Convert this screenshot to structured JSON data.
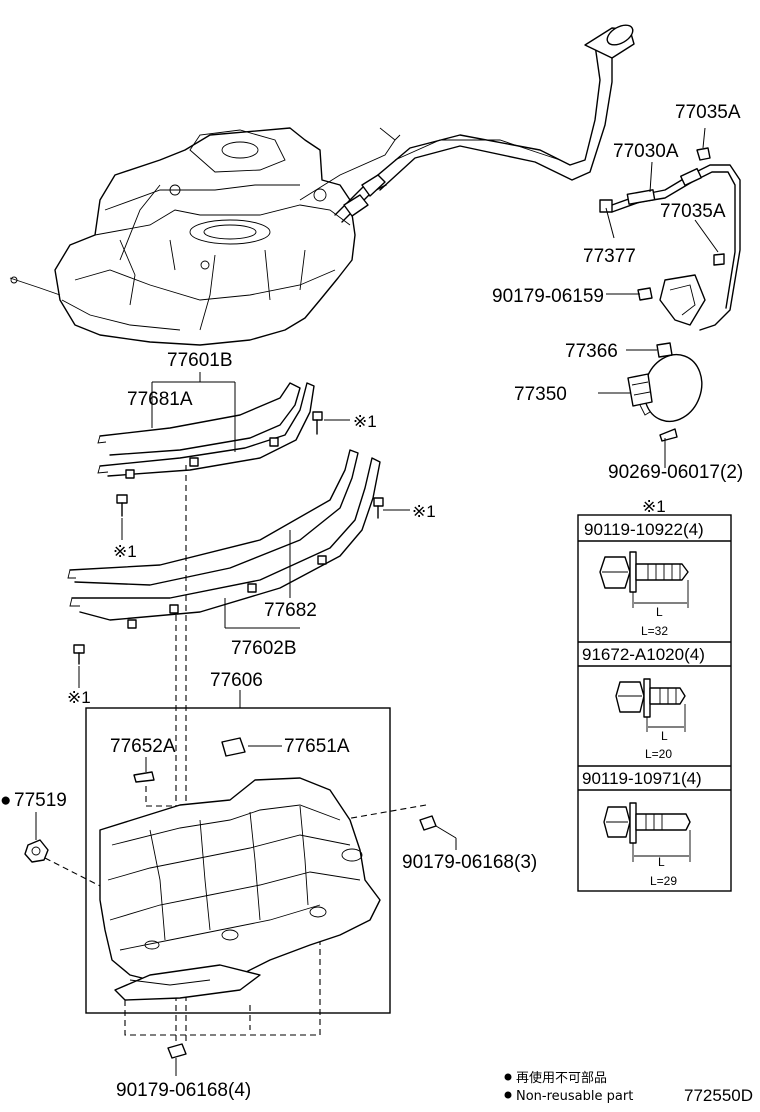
{
  "parts": {
    "p77035A_top": "77035A",
    "p77030A": "77030A",
    "p77035A_mid": "77035A",
    "p77377": "77377",
    "p90179_06159": "90179-06159",
    "p77366": "77366",
    "p77350": "77350",
    "p90269_06017": "90269-06017(2)",
    "p77601B": "77601B",
    "p77681A": "77681A",
    "p77682": "77682",
    "p77602B": "77602B",
    "p77606": "77606",
    "p77652A": "77652A",
    "p77651A": "77651A",
    "p77519": "77519",
    "p90179_06168_3": "90179-06168(3)",
    "p90179_06168_4": "90179-06168(4)"
  },
  "marks": {
    "ref1_a": "※1",
    "ref1_b": "※1",
    "ref1_c": "※1",
    "ref1_d": "※1",
    "bolt_table_header": "※1",
    "dot": "●"
  },
  "bolt_table": {
    "rows": [
      {
        "part": "90119-10922(4)",
        "dim": "L",
        "length": "L=32"
      },
      {
        "part": "91672-A1020(4)",
        "dim": "L",
        "length": "L=20"
      },
      {
        "part": "90119-10971(4)",
        "dim": "L",
        "length": "L=29"
      }
    ]
  },
  "legend": {
    "line1": "再使用不可部品",
    "line2": "Non-reusable part"
  },
  "diagram_id": "772550D",
  "icons": [
    "fuel-tank-illustration",
    "fuel-filler-pipe-icon",
    "tank-band-icon",
    "tank-protector-icon",
    "fuel-lid-icon",
    "bolt-icon",
    "nut-icon",
    "clip-icon",
    "non-reusable-dot-icon"
  ]
}
